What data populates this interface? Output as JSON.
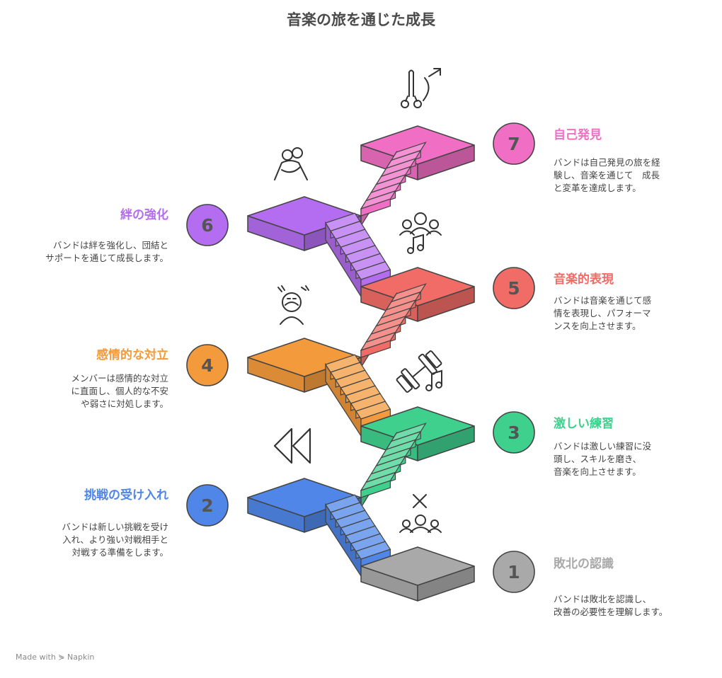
{
  "title": "音楽の旅を通じた成長",
  "colors": {
    "step1": "#a9a9a9",
    "step2": "#4f86e8",
    "step3": "#3fd08e",
    "step4": "#f39a3c",
    "step5": "#f16c66",
    "step6": "#b46df0",
    "step7": "#f06fc4"
  },
  "steps": [
    {
      "number": "1",
      "title": "敗北の認識",
      "desc_lines": [
        "バンドは敗北を認識し、",
        "改善の必要性を理解します。"
      ],
      "icon": "group-defeat-icon"
    },
    {
      "number": "2",
      "title": "挑戦の受け入れ",
      "desc_lines": [
        "バンドは新しい挑戦を受け",
        "入れ、より強い対戦相手と",
        "対戦する準備をします。"
      ],
      "icon": "rewind-icon"
    },
    {
      "number": "3",
      "title": "激しい練習",
      "desc_lines": [
        "バンドは激しい練習に没",
        "頭し、スキルを磨き、",
        "音楽を向上させます。"
      ],
      "icon": "dumbbell-music-icon"
    },
    {
      "number": "4",
      "title": "感情的な対立",
      "desc_lines": [
        "メンバーは感情的な対立",
        "に直面し、個人的な不安",
        "や弱さに対処します。"
      ],
      "icon": "stressed-person-icon"
    },
    {
      "number": "5",
      "title": "音楽的表現",
      "desc_lines": [
        "バンドは音楽を通じて感",
        "情を表現し、パフォーマ",
        "ンスを向上させます。"
      ],
      "icon": "group-music-icon"
    },
    {
      "number": "6",
      "title": "絆の強化",
      "desc_lines": [
        "バンドは絆を強化し、団結と",
        "サポートを通じて成長します。"
      ],
      "icon": "hug-icon"
    },
    {
      "number": "7",
      "title": "自己発見",
      "desc_lines": [
        "バンドは自己発見の旅を経",
        "験し、音楽を通じて　成長",
        "と変革を達成します。"
      ],
      "icon": "tuning-fork-icon"
    }
  ],
  "footer": "Made with ⋟ Napkin"
}
